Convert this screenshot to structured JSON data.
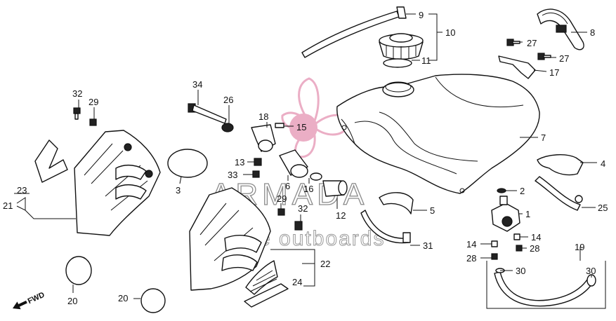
{
  "watermark": {
    "brand": "ARMADA",
    "tagline": "marine outboards",
    "logo_color": "#e8a0bc"
  },
  "direction_marker": "FWD",
  "callouts": {
    "p1": "1",
    "p2": "2",
    "p3": "3",
    "p4": "4",
    "p5": "5",
    "p6": "6",
    "p7": "7",
    "p8": "8",
    "p9": "9",
    "p10": "10",
    "p11": "11",
    "p12": "12",
    "p13": "13",
    "p14a": "14",
    "p14b": "14",
    "p15": "15",
    "p16": "16",
    "p17": "17",
    "p18": "18",
    "p19": "19",
    "p20a": "20",
    "p20b": "20",
    "p21": "21",
    "p22": "22",
    "p23": "23",
    "p24": "24",
    "p25": "25",
    "p26": "26",
    "p27a": "27",
    "p27b": "27",
    "p28a": "28",
    "p28b": "28",
    "p29a": "29",
    "p29b": "29",
    "p30a": "30",
    "p30b": "30",
    "p31": "31",
    "p32a": "32",
    "p32b": "32",
    "p33": "33",
    "p34": "34"
  }
}
